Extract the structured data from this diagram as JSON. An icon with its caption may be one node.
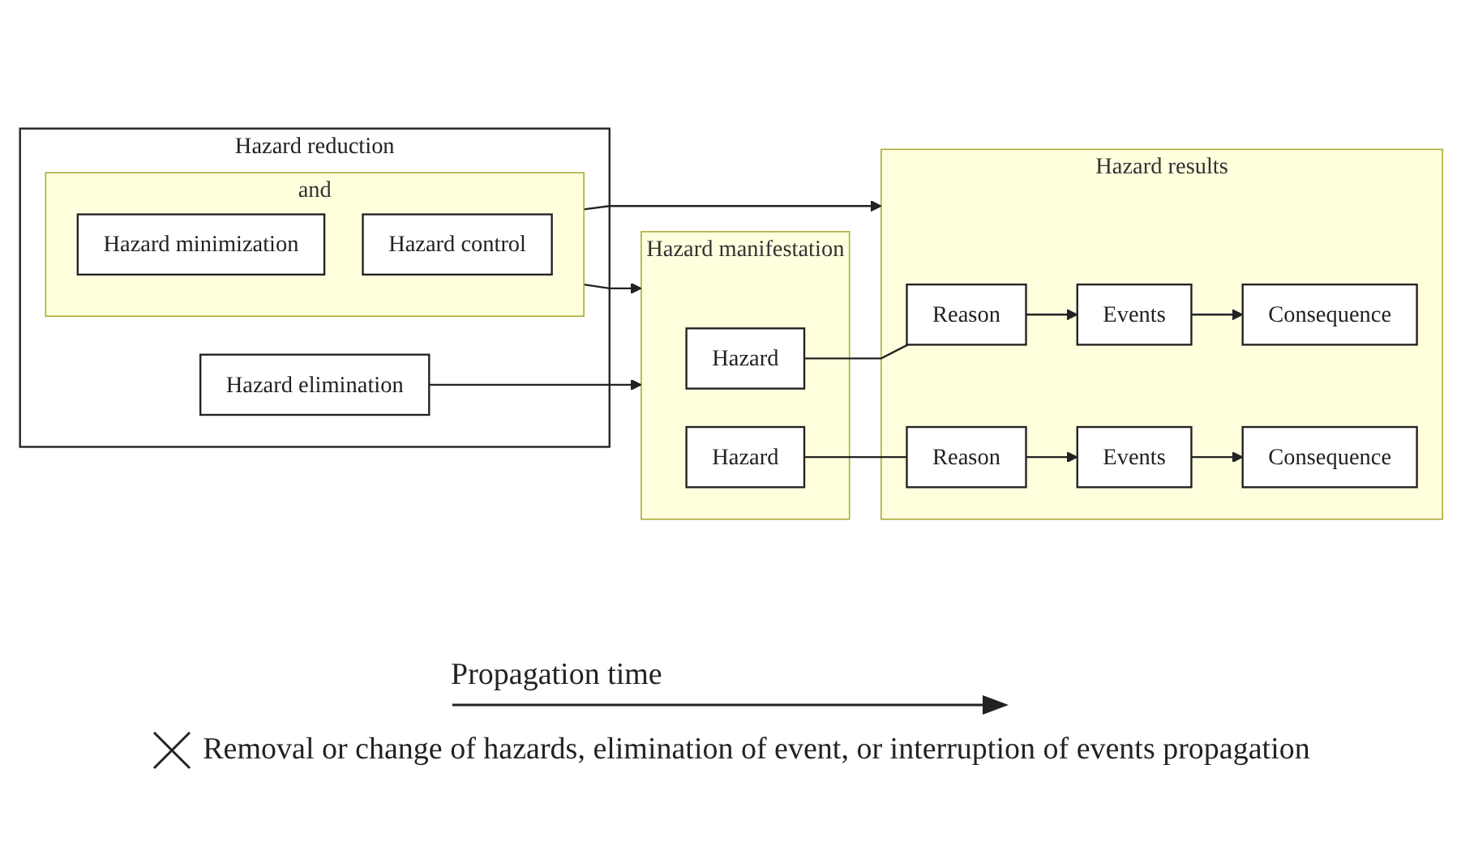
{
  "diagram": {
    "nodes": [
      {
        "text": [
          "Hazard reduction"
        ]
      },
      {
        "text": [
          "Hazard elimination"
        ],
        "in": 0
      },
      {
        "text": [
          "and"
        ],
        "in": 0
      },
      {
        "text": [
          "Hazard minimization"
        ],
        "in": 2
      },
      {
        "text": [
          "Hazard control"
        ],
        "in": 2
      },
      {
        "text": [
          "Hazard manifestation"
        ]
      },
      {
        "text": [
          "Hazard"
        ],
        "in": 5
      },
      {
        "text": [
          "Hazard"
        ],
        "in": 5
      },
      {
        "text": [
          "Hazard results"
        ]
      },
      {
        "text": [
          "Reason"
        ],
        "in": 8
      },
      {
        "text": [
          "Events"
        ],
        "in": 8
      },
      {
        "text": [
          "Consequence"
        ],
        "in": 8
      },
      {
        "text": [
          "Reason"
        ],
        "in": 8
      },
      {
        "text": [
          "Events"
        ],
        "in": 8
      },
      {
        "text": [
          "Consequence"
        ],
        "in": 8
      }
    ],
    "edges": [
      {
        "from": 1,
        "to": 5,
        "arrow": "to"
      },
      {
        "from": 2,
        "to": 5,
        "arrow": "to"
      },
      {
        "from": 2,
        "to": 8,
        "arrow": "to"
      },
      {
        "from": 6,
        "to": 9,
        "arrow": "none"
      },
      {
        "from": 9,
        "to": 10,
        "arrow": "to"
      },
      {
        "from": 10,
        "to": 11,
        "arrow": "to"
      },
      {
        "from": 7,
        "to": 12,
        "arrow": "none"
      },
      {
        "from": 12,
        "to": 13,
        "arrow": "to"
      },
      {
        "from": 13,
        "to": 14,
        "arrow": "to"
      }
    ],
    "labels": [
      "Propagation time"
    ],
    "legend": [
      {
        "text": "Removal or change of hazards, elimination of event, or interruption of events propagation"
      }
    ]
  }
}
